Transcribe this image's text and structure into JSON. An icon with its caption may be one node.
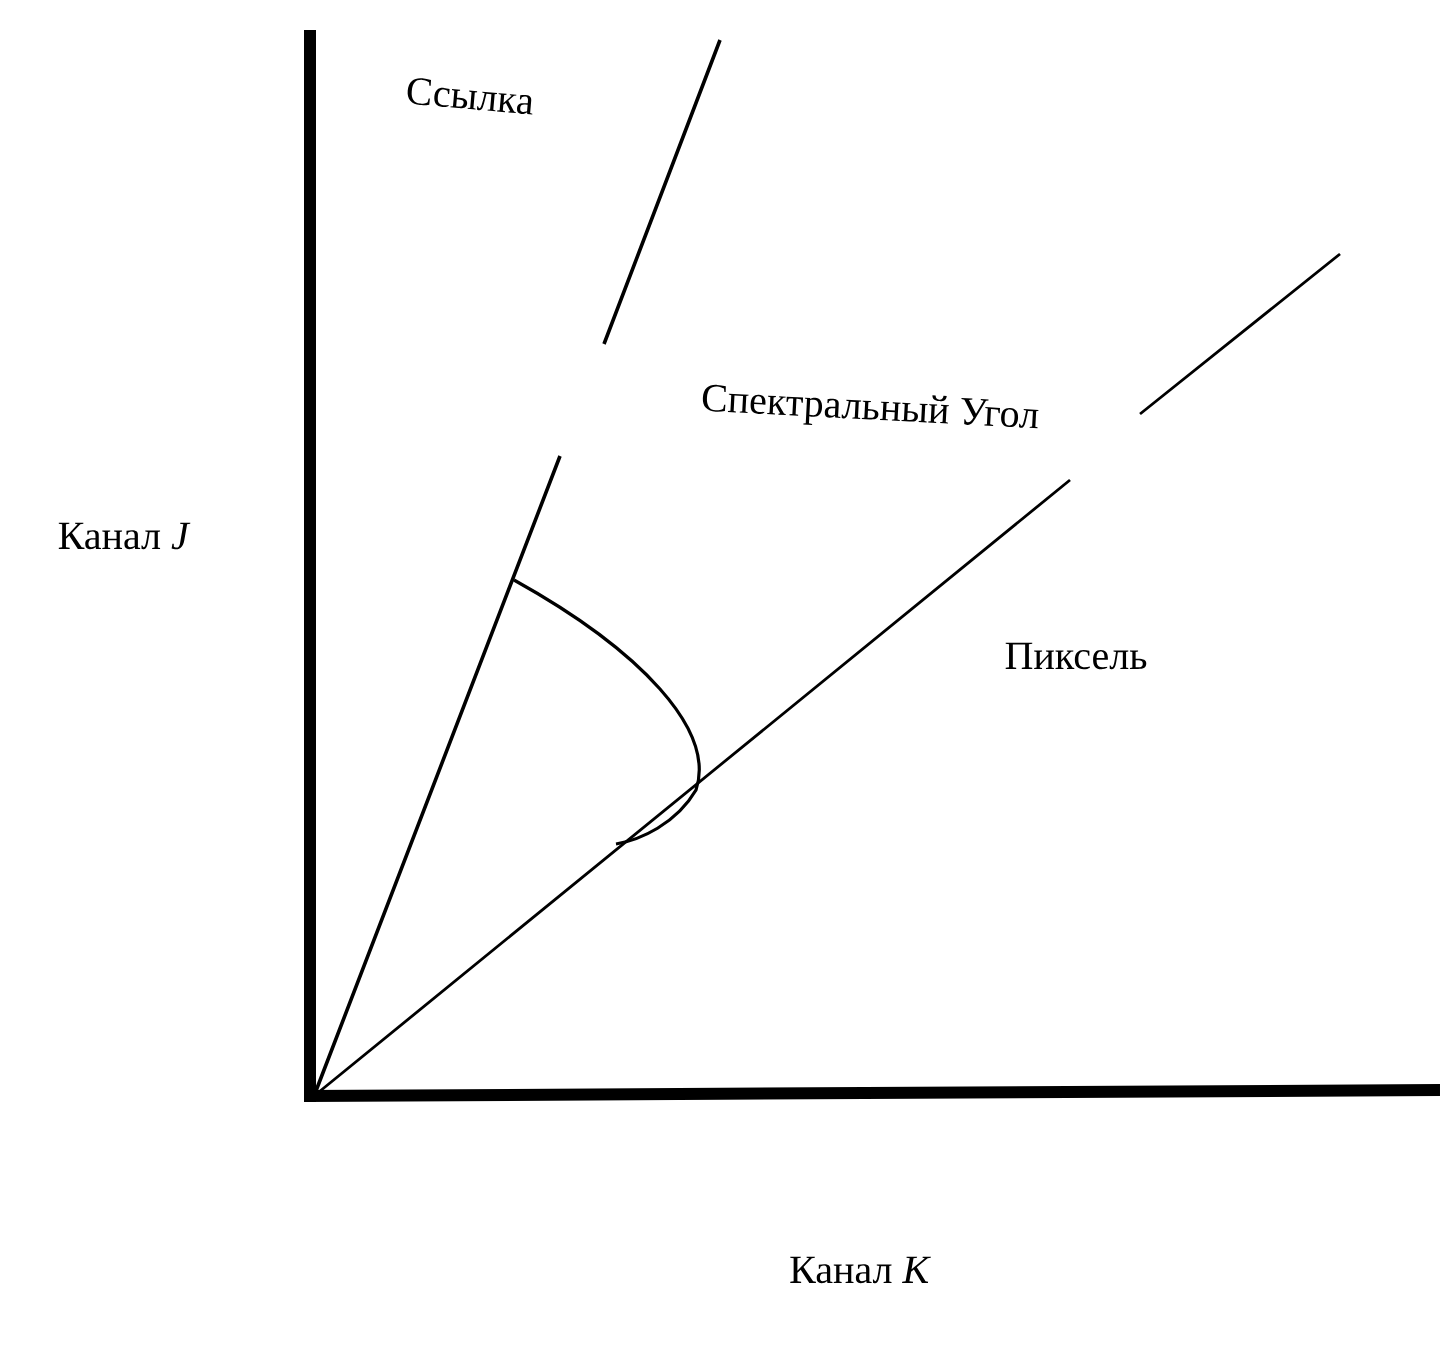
{
  "diagram": {
    "labels": [
      "Ссылка",
      "Спектральный Угол",
      "Канал *J*",
      "Пиксель",
      "Канал *K*"
    ]
  }
}
